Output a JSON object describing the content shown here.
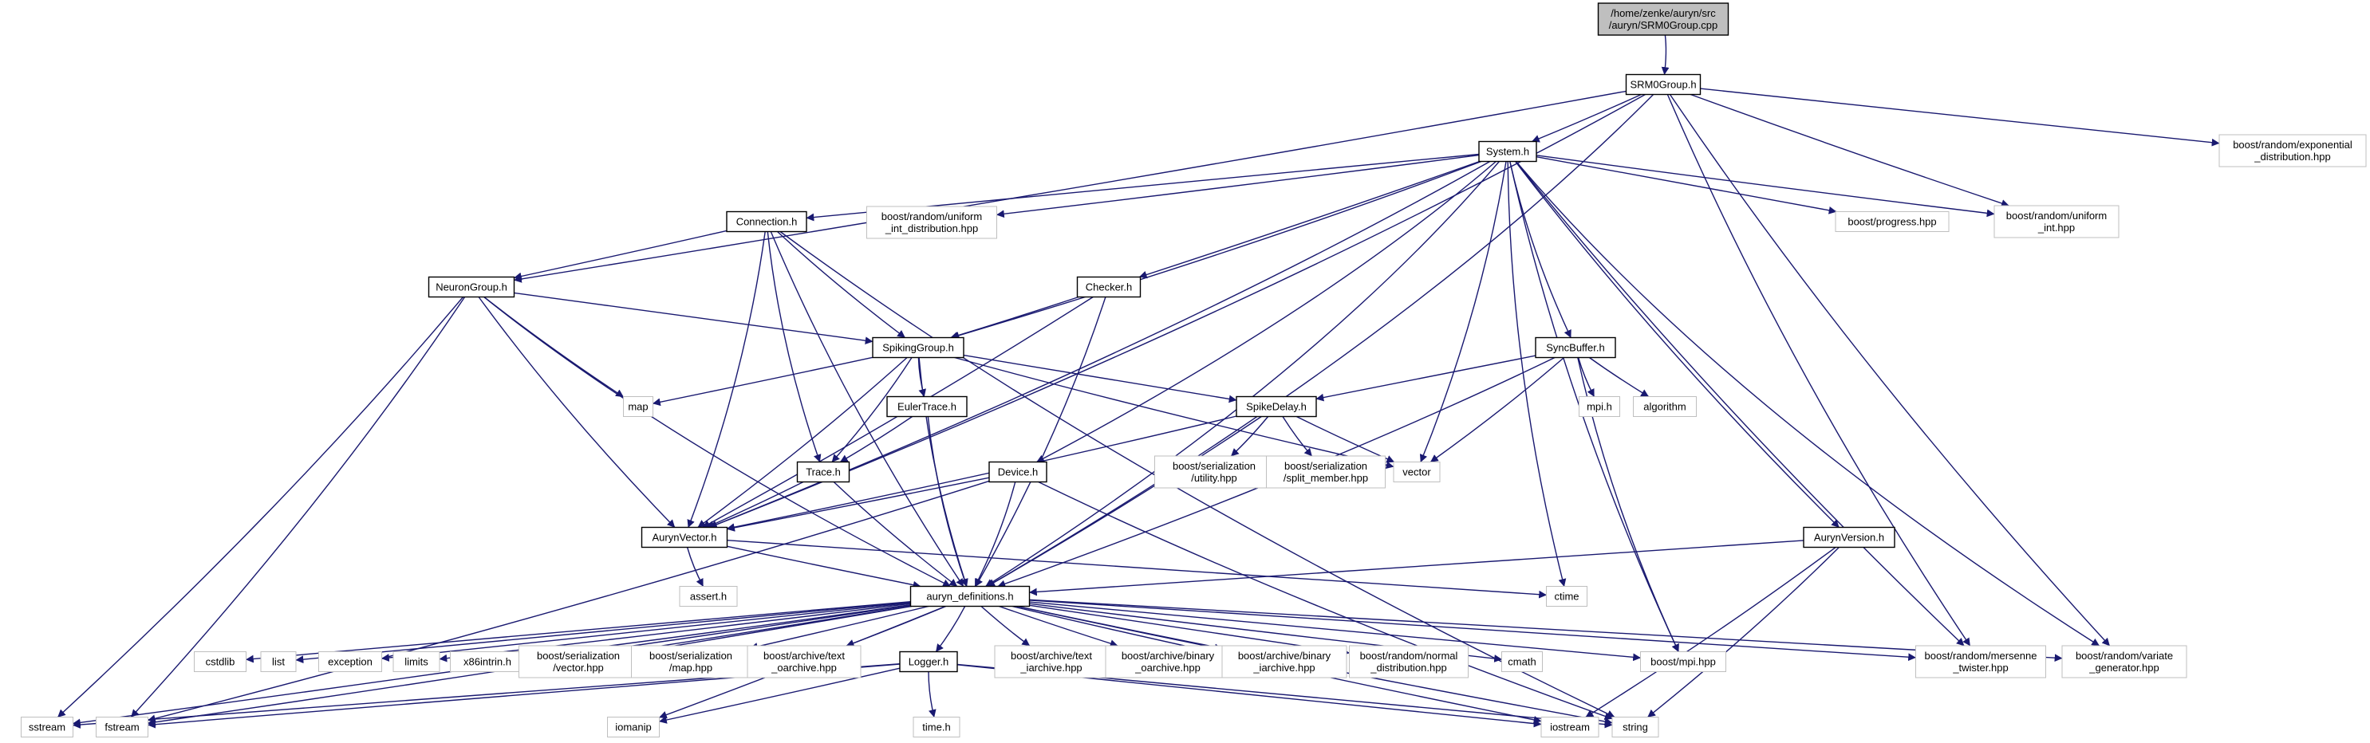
{
  "graph": {
    "colors": {
      "edge": "#191970",
      "root_fill": "#bfbfbf",
      "node_border": "#000000",
      "external_border": "#bfbfbf",
      "background": "#ffffff"
    },
    "nodes": [
      {
        "id": "root",
        "label": "/home/zenke/auryn/src\n/auryn/SRM0Group.cpp",
        "kind": "root"
      },
      {
        "id": "srm0",
        "label": "SRM0Group.h",
        "kind": "internal"
      },
      {
        "id": "boost_rand_exp",
        "label": "boost/random/exponential\n_distribution.hpp",
        "kind": "external"
      },
      {
        "id": "system",
        "label": "System.h",
        "kind": "internal"
      },
      {
        "id": "connection",
        "label": "Connection.h",
        "kind": "internal"
      },
      {
        "id": "boost_uid",
        "label": "boost/random/uniform\n_int_distribution.hpp",
        "kind": "external"
      },
      {
        "id": "boost_progress",
        "label": "boost/progress.hpp",
        "kind": "external"
      },
      {
        "id": "boost_uniform_int",
        "label": "boost/random/uniform\n_int.hpp",
        "kind": "external"
      },
      {
        "id": "neurongroup",
        "label": "NeuronGroup.h",
        "kind": "internal"
      },
      {
        "id": "checker",
        "label": "Checker.h",
        "kind": "internal"
      },
      {
        "id": "spikinggroup",
        "label": "SpikingGroup.h",
        "kind": "internal"
      },
      {
        "id": "syncbuffer",
        "label": "SyncBuffer.h",
        "kind": "internal"
      },
      {
        "id": "map",
        "label": "map",
        "kind": "external"
      },
      {
        "id": "eulertrace",
        "label": "EulerTrace.h",
        "kind": "internal"
      },
      {
        "id": "spikedelay",
        "label": "SpikeDelay.h",
        "kind": "internal"
      },
      {
        "id": "mpi_h",
        "label": "mpi.h",
        "kind": "external"
      },
      {
        "id": "algorithm",
        "label": "algorithm",
        "kind": "external"
      },
      {
        "id": "trace",
        "label": "Trace.h",
        "kind": "internal"
      },
      {
        "id": "device",
        "label": "Device.h",
        "kind": "internal"
      },
      {
        "id": "boost_ser_utility",
        "label": "boost/serialization\n/utility.hpp",
        "kind": "external"
      },
      {
        "id": "boost_ser_split",
        "label": "boost/serialization\n/split_member.hpp",
        "kind": "external"
      },
      {
        "id": "vector",
        "label": "vector",
        "kind": "external"
      },
      {
        "id": "aurynversion",
        "label": "AurynVersion.h",
        "kind": "internal"
      },
      {
        "id": "aurynvector",
        "label": "AurynVector.h",
        "kind": "internal"
      },
      {
        "id": "assert",
        "label": "assert.h",
        "kind": "external"
      },
      {
        "id": "ctime",
        "label": "ctime",
        "kind": "external"
      },
      {
        "id": "defs",
        "label": "auryn_definitions.h",
        "kind": "internal"
      },
      {
        "id": "cstdlib",
        "label": "cstdlib",
        "kind": "external"
      },
      {
        "id": "list",
        "label": "list",
        "kind": "external"
      },
      {
        "id": "exception",
        "label": "exception",
        "kind": "external"
      },
      {
        "id": "limits",
        "label": "limits",
        "kind": "external"
      },
      {
        "id": "x86intrin",
        "label": "x86intrin.h",
        "kind": "external"
      },
      {
        "id": "boost_ser_vector",
        "label": "boost/serialization\n/vector.hpp",
        "kind": "external"
      },
      {
        "id": "boost_ser_map",
        "label": "boost/serialization\n/map.hpp",
        "kind": "external"
      },
      {
        "id": "boost_text_oarchive",
        "label": "boost/archive/text\n_oarchive.hpp",
        "kind": "external"
      },
      {
        "id": "logger",
        "label": "Logger.h",
        "kind": "internal"
      },
      {
        "id": "boost_text_iarchive",
        "label": "boost/archive/text\n_iarchive.hpp",
        "kind": "external"
      },
      {
        "id": "boost_bin_oarchive",
        "label": "boost/archive/binary\n_oarchive.hpp",
        "kind": "external"
      },
      {
        "id": "boost_bin_iarchive",
        "label": "boost/archive/binary\n_iarchive.hpp",
        "kind": "external"
      },
      {
        "id": "boost_normal",
        "label": "boost/random/normal\n_distribution.hpp",
        "kind": "external"
      },
      {
        "id": "cmath",
        "label": "cmath",
        "kind": "external"
      },
      {
        "id": "boost_mpi",
        "label": "boost/mpi.hpp",
        "kind": "external"
      },
      {
        "id": "boost_mersenne",
        "label": "boost/random/mersenne\n_twister.hpp",
        "kind": "external"
      },
      {
        "id": "boost_variate",
        "label": "boost/random/variate\n_generator.hpp",
        "kind": "external"
      },
      {
        "id": "sstream",
        "label": "sstream",
        "kind": "external"
      },
      {
        "id": "fstream",
        "label": "fstream",
        "kind": "external"
      },
      {
        "id": "iomanip",
        "label": "iomanip",
        "kind": "external"
      },
      {
        "id": "time_h",
        "label": "time.h",
        "kind": "external"
      },
      {
        "id": "iostream",
        "label": "iostream",
        "kind": "external"
      },
      {
        "id": "string",
        "label": "string",
        "kind": "external"
      }
    ],
    "edges": [
      [
        "root",
        "srm0"
      ],
      [
        "srm0",
        "system"
      ],
      [
        "srm0",
        "boost_rand_exp"
      ],
      [
        "srm0",
        "boost_uniform_int"
      ],
      [
        "srm0",
        "neurongroup"
      ],
      [
        "srm0",
        "aurynvector"
      ],
      [
        "srm0",
        "defs"
      ],
      [
        "srm0",
        "boost_mersenne"
      ],
      [
        "srm0",
        "boost_variate"
      ],
      [
        "system",
        "connection"
      ],
      [
        "system",
        "boost_uid"
      ],
      [
        "system",
        "boost_progress"
      ],
      [
        "system",
        "boost_uniform_int"
      ],
      [
        "system",
        "checker"
      ],
      [
        "system",
        "spikinggroup"
      ],
      [
        "system",
        "syncbuffer"
      ],
      [
        "system",
        "device"
      ],
      [
        "system",
        "aurynversion"
      ],
      [
        "system",
        "aurynvector"
      ],
      [
        "system",
        "vector"
      ],
      [
        "system",
        "ctime"
      ],
      [
        "system",
        "defs"
      ],
      [
        "system",
        "boost_mpi"
      ],
      [
        "system",
        "boost_mersenne"
      ],
      [
        "system",
        "boost_variate"
      ],
      [
        "connection",
        "neurongroup"
      ],
      [
        "connection",
        "spikinggroup"
      ],
      [
        "connection",
        "trace"
      ],
      [
        "connection",
        "aurynvector"
      ],
      [
        "connection",
        "defs"
      ],
      [
        "connection",
        "string"
      ],
      [
        "neurongroup",
        "spikinggroup"
      ],
      [
        "neurongroup",
        "map"
      ],
      [
        "neurongroup",
        "aurynvector"
      ],
      [
        "neurongroup",
        "defs"
      ],
      [
        "neurongroup",
        "sstream"
      ],
      [
        "neurongroup",
        "fstream"
      ],
      [
        "checker",
        "spikinggroup"
      ],
      [
        "checker",
        "aurynvector"
      ],
      [
        "checker",
        "defs"
      ],
      [
        "spikinggroup",
        "map"
      ],
      [
        "spikinggroup",
        "eulertrace"
      ],
      [
        "spikinggroup",
        "spikedelay"
      ],
      [
        "spikinggroup",
        "trace"
      ],
      [
        "spikinggroup",
        "aurynvector"
      ],
      [
        "spikinggroup",
        "defs"
      ],
      [
        "spikinggroup",
        "vector"
      ],
      [
        "syncbuffer",
        "spikedelay"
      ],
      [
        "syncbuffer",
        "mpi_h"
      ],
      [
        "syncbuffer",
        "algorithm"
      ],
      [
        "syncbuffer",
        "vector"
      ],
      [
        "syncbuffer",
        "defs"
      ],
      [
        "syncbuffer",
        "boost_mpi"
      ],
      [
        "eulertrace",
        "trace"
      ],
      [
        "eulertrace",
        "defs"
      ],
      [
        "spikedelay",
        "boost_ser_utility"
      ],
      [
        "spikedelay",
        "boost_ser_split"
      ],
      [
        "spikedelay",
        "vector"
      ],
      [
        "spikedelay",
        "aurynvector"
      ],
      [
        "spikedelay",
        "defs"
      ],
      [
        "trace",
        "aurynvector"
      ],
      [
        "trace",
        "defs"
      ],
      [
        "device",
        "aurynvector"
      ],
      [
        "device",
        "defs"
      ],
      [
        "device",
        "string"
      ],
      [
        "device",
        "fstream"
      ],
      [
        "aurynversion",
        "defs"
      ],
      [
        "aurynversion",
        "iostream"
      ],
      [
        "aurynversion",
        "string"
      ],
      [
        "aurynvector",
        "assert"
      ],
      [
        "aurynvector",
        "defs"
      ],
      [
        "aurynvector",
        "ctime"
      ],
      [
        "defs",
        "cstdlib"
      ],
      [
        "defs",
        "list"
      ],
      [
        "defs",
        "exception"
      ],
      [
        "defs",
        "limits"
      ],
      [
        "defs",
        "x86intrin"
      ],
      [
        "defs",
        "boost_ser_vector"
      ],
      [
        "defs",
        "boost_ser_map"
      ],
      [
        "defs",
        "boost_text_oarchive"
      ],
      [
        "defs",
        "logger"
      ],
      [
        "defs",
        "boost_text_iarchive"
      ],
      [
        "defs",
        "boost_bin_oarchive"
      ],
      [
        "defs",
        "boost_bin_iarchive"
      ],
      [
        "defs",
        "boost_normal"
      ],
      [
        "defs",
        "cmath"
      ],
      [
        "defs",
        "boost_mpi"
      ],
      [
        "defs",
        "boost_mersenne"
      ],
      [
        "defs",
        "boost_variate"
      ],
      [
        "defs",
        "sstream"
      ],
      [
        "defs",
        "fstream"
      ],
      [
        "defs",
        "iomanip"
      ],
      [
        "defs",
        "iostream"
      ],
      [
        "defs",
        "string"
      ],
      [
        "logger",
        "sstream"
      ],
      [
        "logger",
        "fstream"
      ],
      [
        "logger",
        "iomanip"
      ],
      [
        "logger",
        "time_h"
      ],
      [
        "logger",
        "iostream"
      ],
      [
        "logger",
        "string"
      ]
    ]
  }
}
